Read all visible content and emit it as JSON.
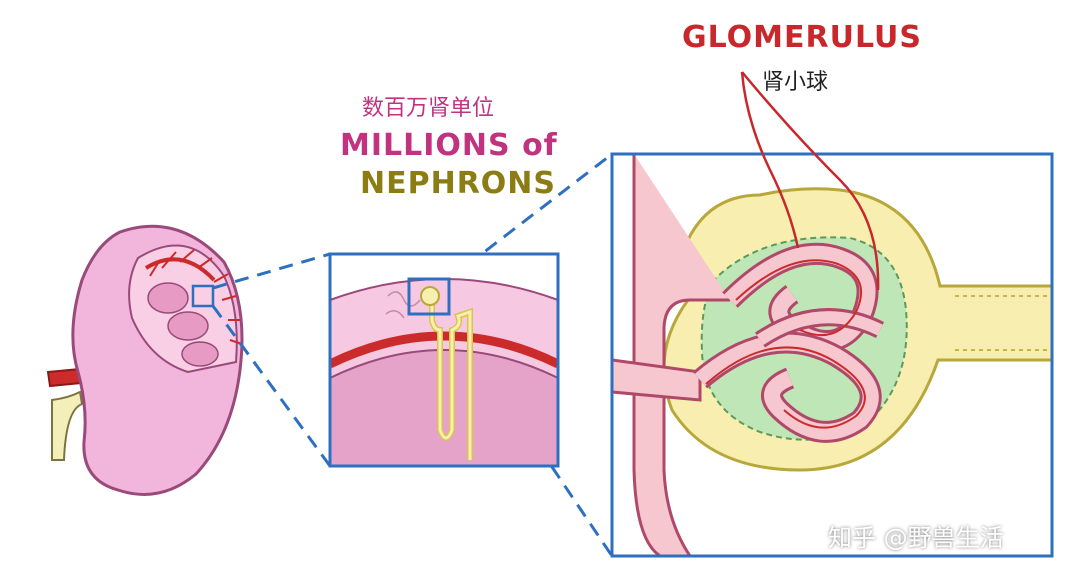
{
  "labels": {
    "nephrons_cn": "数百万肾单位",
    "nephrons_en_line1": "MILLIONS of",
    "nephrons_en_line2": "NEPHRONS",
    "glomerulus_en": "GLOMERULUS",
    "glomerulus_cn": "肾小球"
  },
  "watermark": "知乎 @野兽生活",
  "colors": {
    "magenta_label": "#c2337f",
    "olive_label": "#8b7d14",
    "red_label": "#c8282c",
    "frame_blue": "#2f6fbf",
    "kidney_pink": "#f2b6dc",
    "capsule_yellow": "#f7eeb0",
    "vessel_pink": "#f6c7cf",
    "artery_red": "#cc2b2b",
    "glom_green": "#bfe6b6"
  }
}
